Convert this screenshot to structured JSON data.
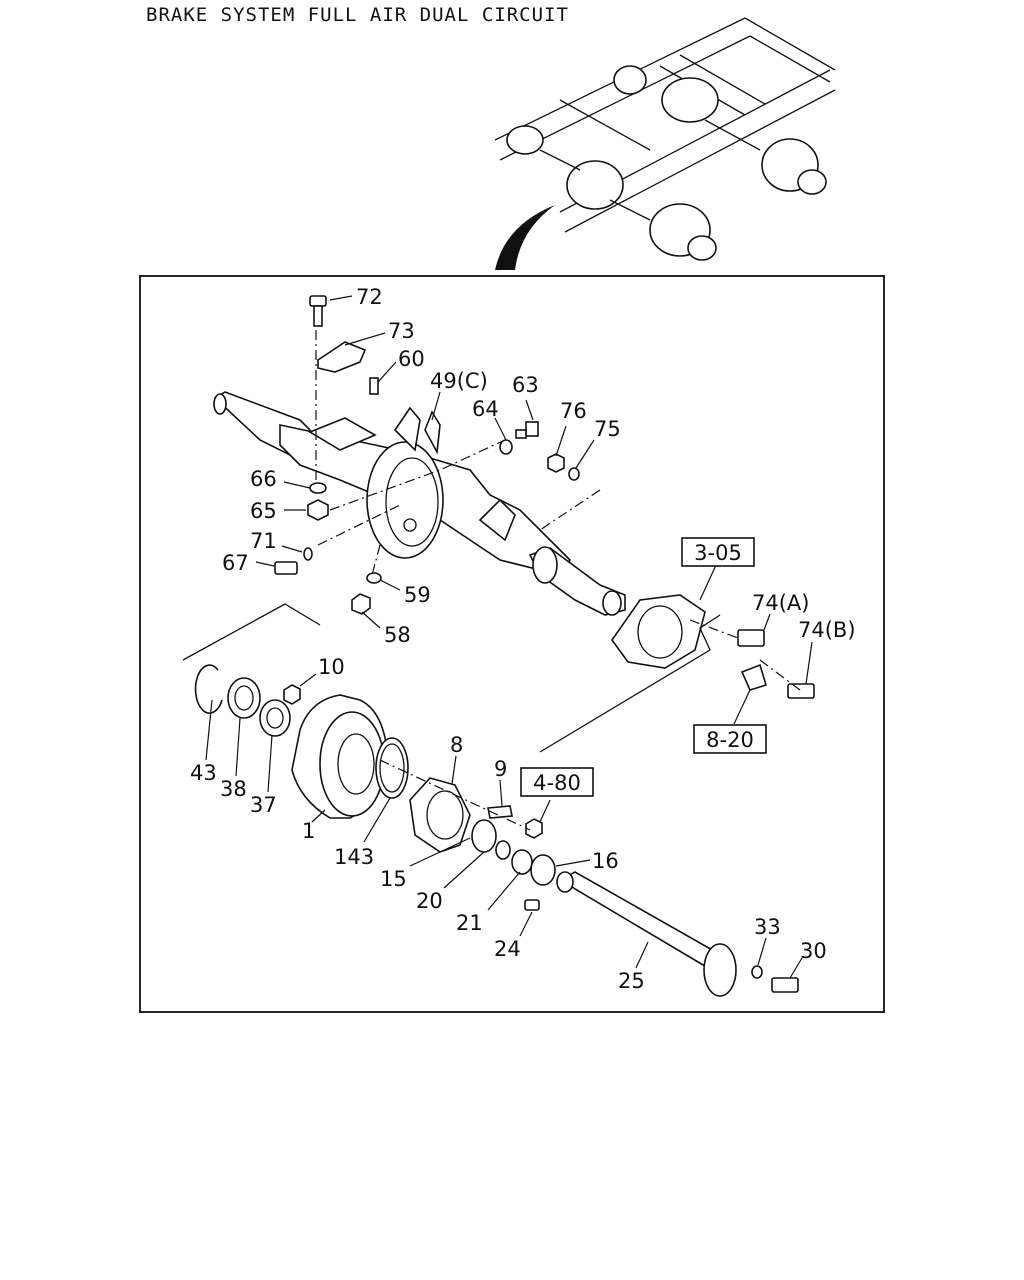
{
  "title": "BRAKE SYSTEM FULL AIR DUAL CIRCUIT",
  "callouts": [
    {
      "id": "c72",
      "text": "72"
    },
    {
      "id": "c73",
      "text": "73"
    },
    {
      "id": "c60",
      "text": "60"
    },
    {
      "id": "c49c",
      "text": "49(C)"
    },
    {
      "id": "c63",
      "text": "63"
    },
    {
      "id": "c64",
      "text": "64"
    },
    {
      "id": "c76",
      "text": "76"
    },
    {
      "id": "c75",
      "text": "75"
    },
    {
      "id": "c66",
      "text": "66"
    },
    {
      "id": "c65",
      "text": "65"
    },
    {
      "id": "c71",
      "text": "71"
    },
    {
      "id": "c67",
      "text": "67"
    },
    {
      "id": "c59",
      "text": "59"
    },
    {
      "id": "c58",
      "text": "58"
    },
    {
      "id": "c74a",
      "text": "74(A)"
    },
    {
      "id": "c74b",
      "text": "74(B)"
    },
    {
      "id": "c10",
      "text": "10"
    },
    {
      "id": "c43",
      "text": "43"
    },
    {
      "id": "c38",
      "text": "38"
    },
    {
      "id": "c37",
      "text": "37"
    },
    {
      "id": "c1",
      "text": "1"
    },
    {
      "id": "c8",
      "text": "8"
    },
    {
      "id": "c9",
      "text": "9"
    },
    {
      "id": "c143",
      "text": "143"
    },
    {
      "id": "c15",
      "text": "15"
    },
    {
      "id": "c20",
      "text": "20"
    },
    {
      "id": "c21",
      "text": "21"
    },
    {
      "id": "c16",
      "text": "16"
    },
    {
      "id": "c24",
      "text": "24"
    },
    {
      "id": "c33",
      "text": "33"
    },
    {
      "id": "c30",
      "text": "30"
    },
    {
      "id": "c25",
      "text": "25"
    }
  ],
  "refs": [
    {
      "id": "r305",
      "text": "3-05"
    },
    {
      "id": "r820",
      "text": "8-20"
    },
    {
      "id": "r480",
      "text": "4-80"
    }
  ]
}
